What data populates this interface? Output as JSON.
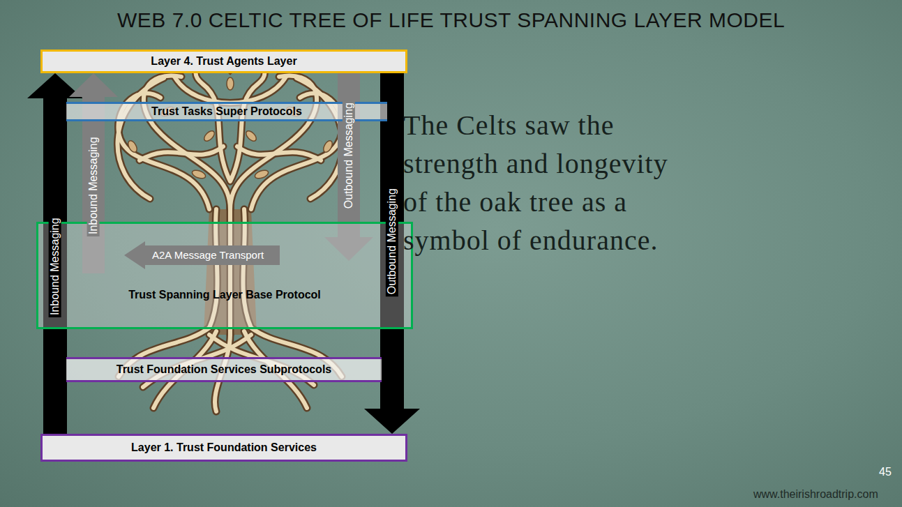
{
  "diagram": {
    "title": "WEB 7.0 CELTIC TREE OF LIFE TRUST SPANNING LAYER MODEL",
    "nodes": [
      {
        "text": [
          "Layer 4. Trust Agents Layer"
        ]
      },
      {
        "text": [
          "Trust Tasks Super Protocols"
        ]
      },
      {
        "text": [
          "Trust Spanning Layer Base Protocol"
        ]
      },
      {
        "text": [
          "A2A Message Transport"
        ],
        "in": 2
      },
      {
        "text": [
          "Trust Foundation Services Subprotocols"
        ]
      },
      {
        "text": [
          "Layer 1. Trust Foundation Services"
        ]
      }
    ],
    "edges": [
      {
        "from": 5,
        "to": 0,
        "label": "Inbound Messaging",
        "arrow": "to"
      },
      {
        "from": 3,
        "to": 0,
        "label": "Inbound Messaging",
        "arrow": "to"
      },
      {
        "from": 0,
        "to": 3,
        "label": "Outbound Messaging",
        "arrow": "to"
      },
      {
        "from": 0,
        "to": 5,
        "label": "Outbound Messaging",
        "arrow": "to"
      }
    ],
    "labels": [
      "The Celts saw the strength and longevity of the oak tree as a symbol of endurance.",
      "45",
      "www.theirishroadtrip.com"
    ]
  }
}
